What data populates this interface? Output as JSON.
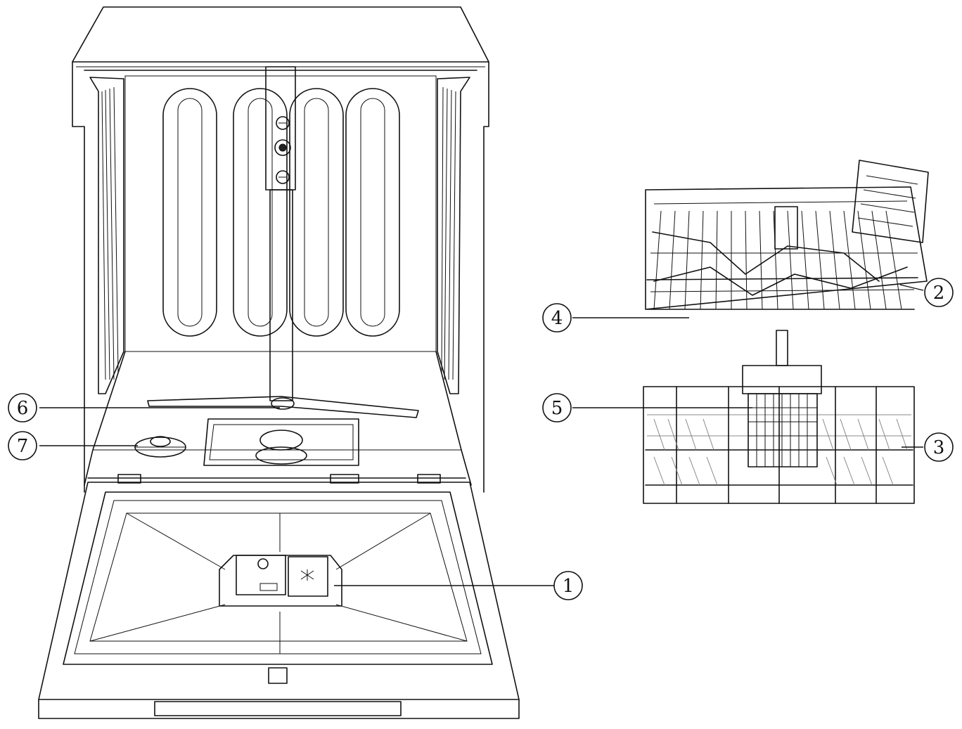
{
  "callouts": [
    {
      "id": "1",
      "label": "1"
    },
    {
      "id": "2",
      "label": "2"
    },
    {
      "id": "3",
      "label": "3"
    },
    {
      "id": "4",
      "label": "4"
    },
    {
      "id": "5",
      "label": "5"
    },
    {
      "id": "6",
      "label": "6"
    },
    {
      "id": "7",
      "label": "7"
    }
  ],
  "line_color": "#111111",
  "background": "#ffffff"
}
